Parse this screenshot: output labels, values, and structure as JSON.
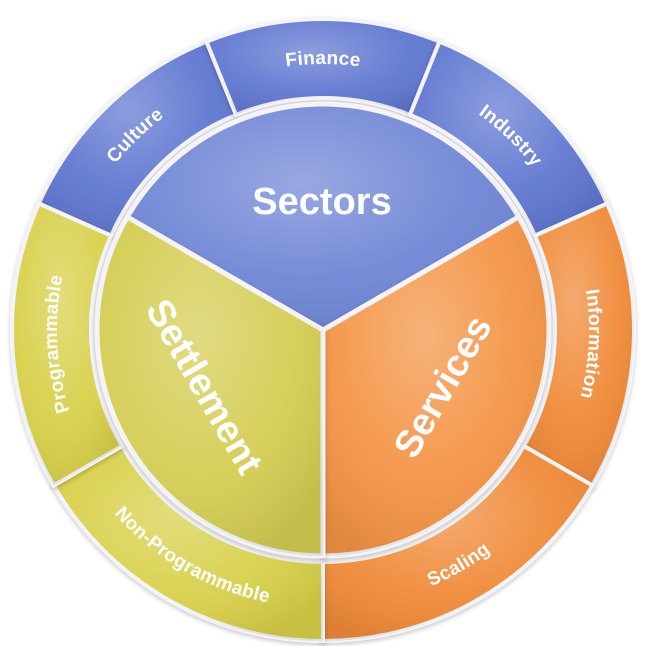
{
  "inner": [
    {
      "id": "sectors",
      "label": "Sectors",
      "color": "#6f86d6",
      "edge": "#5a6fc2"
    },
    {
      "id": "services",
      "label": "Services",
      "color": "#f49445",
      "edge": "#e87c2e"
    },
    {
      "id": "settlement",
      "label": "Settlement",
      "color": "#d4cd52",
      "edge": "#c2bb3c"
    }
  ],
  "outer": [
    {
      "id": "culture",
      "label": "Culture",
      "parent": "sectors"
    },
    {
      "id": "finance",
      "label": "Finance",
      "parent": "sectors"
    },
    {
      "id": "industry",
      "label": "Industry",
      "parent": "sectors"
    },
    {
      "id": "information",
      "label": "Information",
      "parent": "services"
    },
    {
      "id": "scaling",
      "label": "Scaling",
      "parent": "services"
    },
    {
      "id": "non-programmable",
      "label": "Non-Programmable",
      "parent": "settlement"
    },
    {
      "id": "programmable",
      "label": "Programmable",
      "parent": "settlement"
    }
  ],
  "colors": {
    "sectors": "#6077d1",
    "services": "#f08a39",
    "settlement": "#d8d04a",
    "divider": "#f4f4f8"
  }
}
